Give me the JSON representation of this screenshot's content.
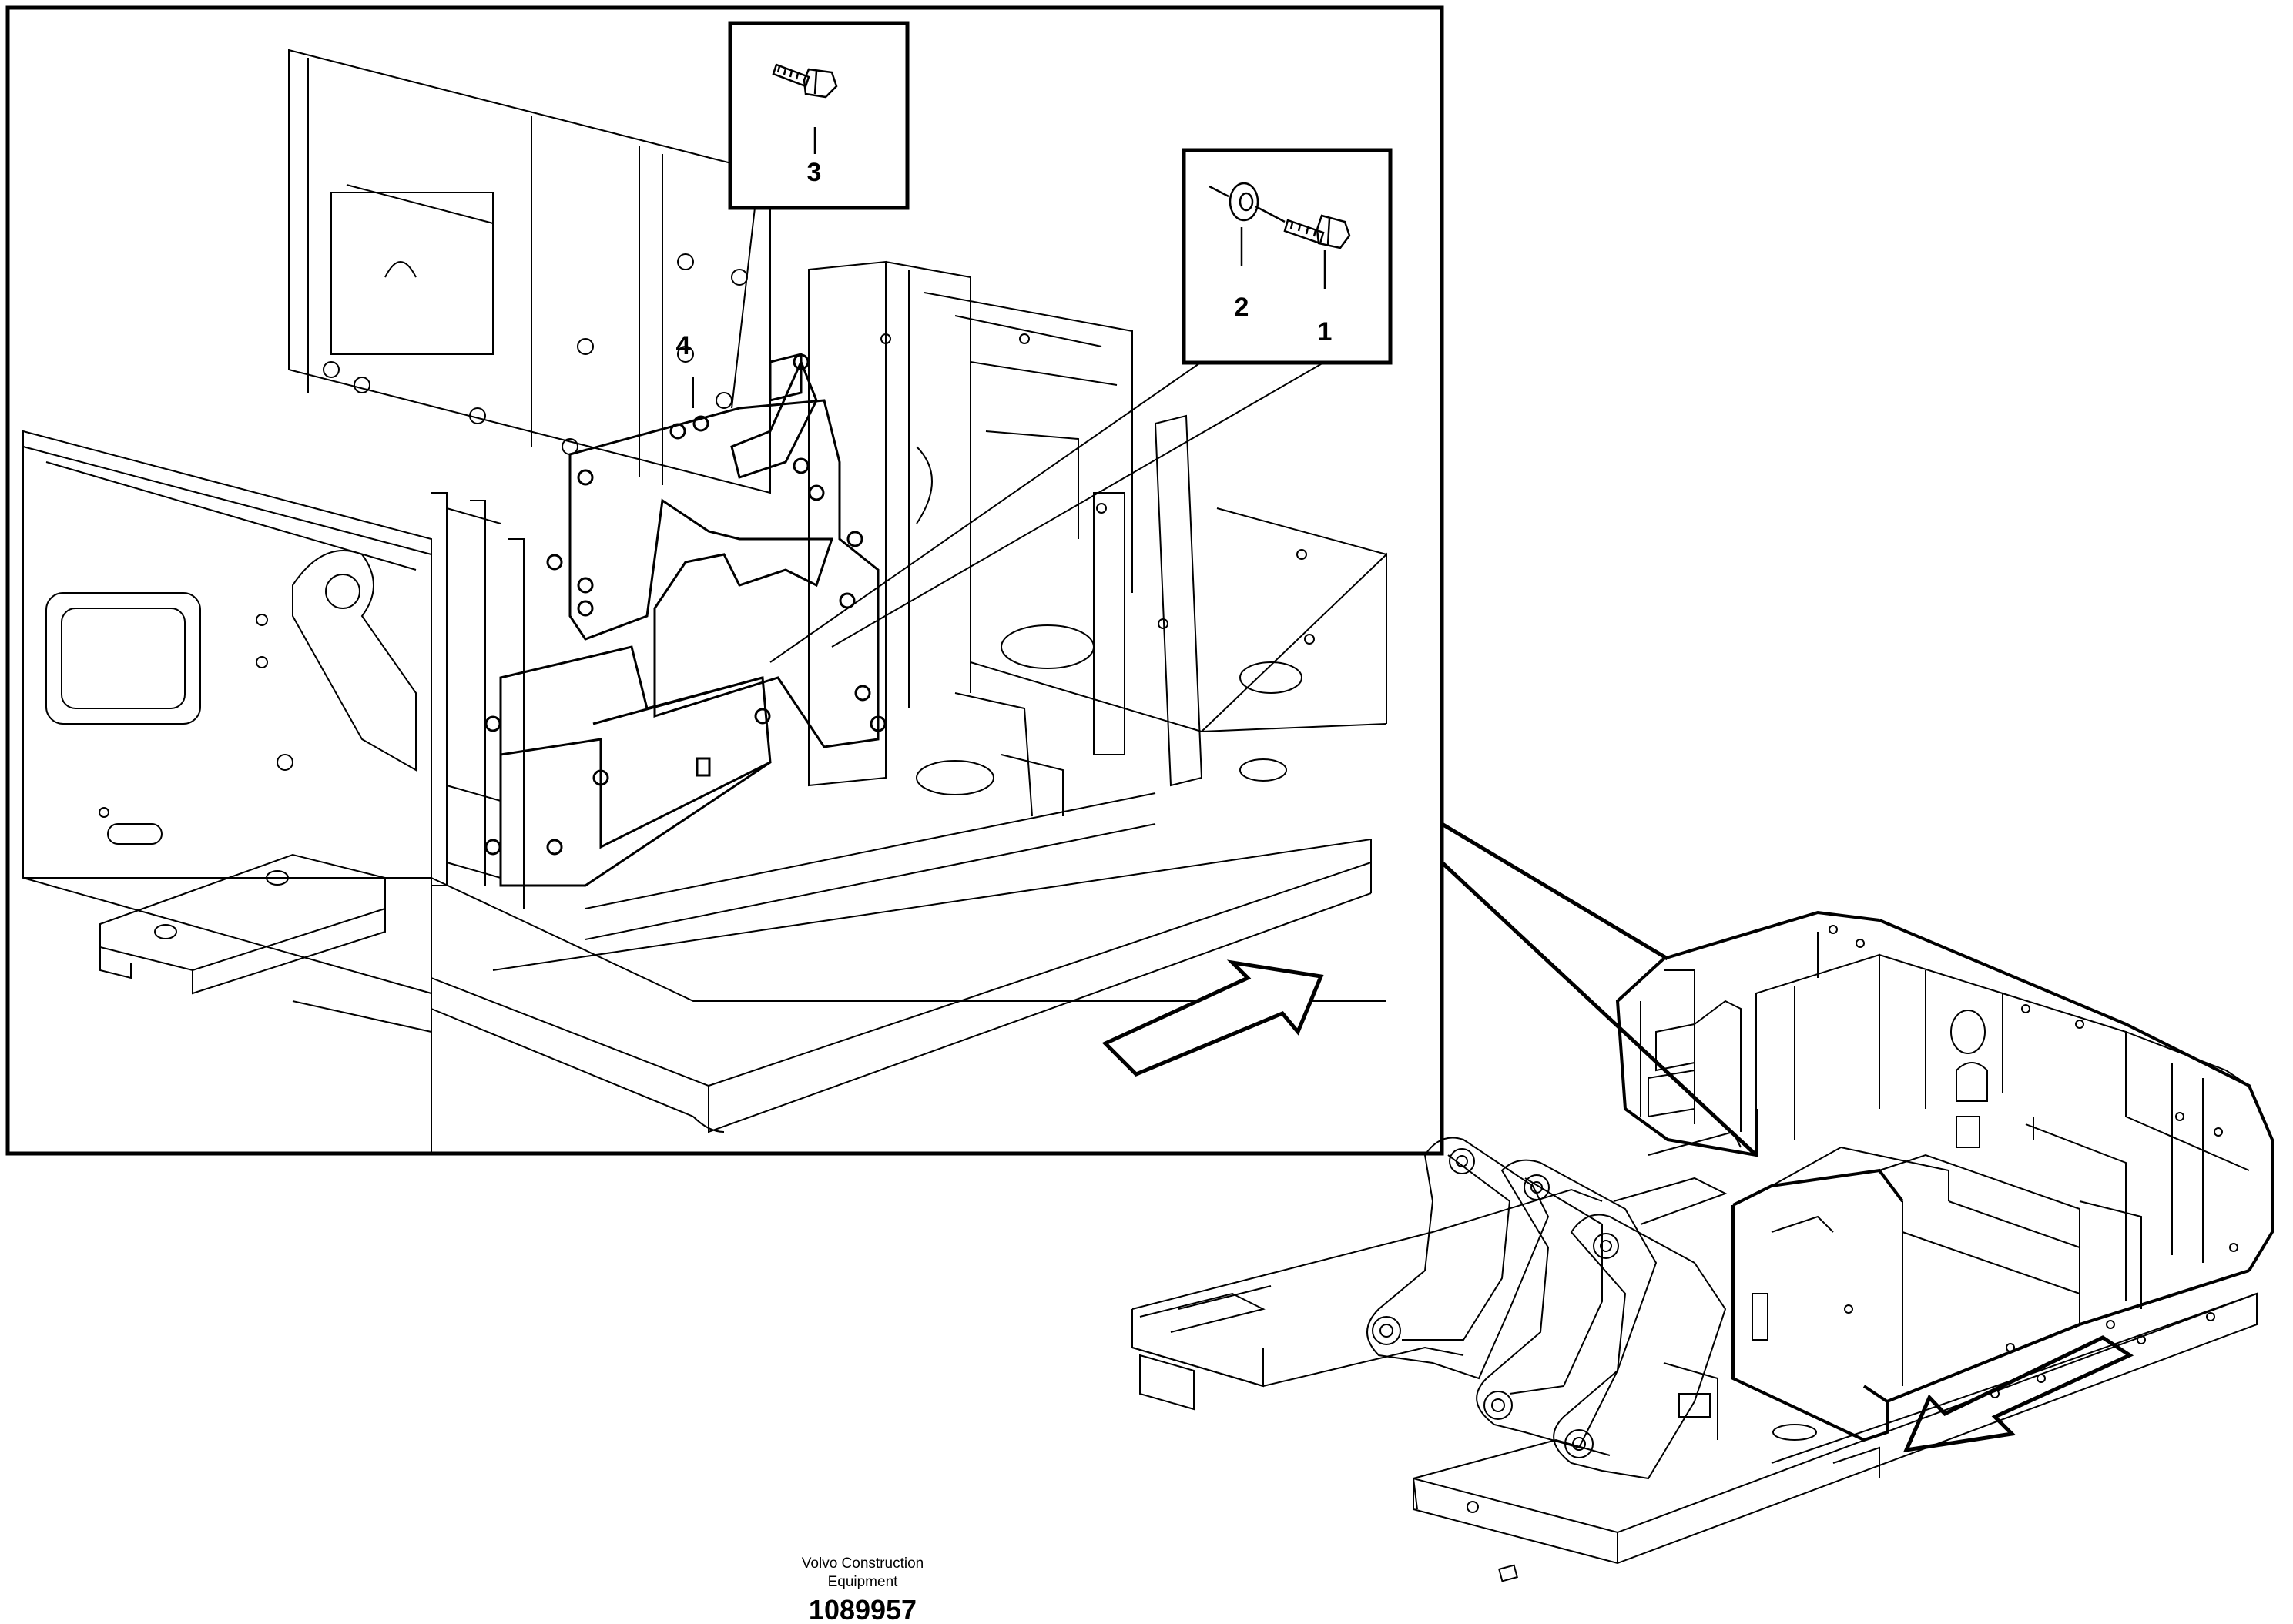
{
  "callouts": {
    "c1": "1",
    "c2": "2",
    "c3": "3",
    "c4": "4"
  },
  "footer": {
    "brand_line1": "Volvo Construction",
    "brand_line2": "Equipment",
    "drawing_number": "1089957"
  },
  "colors": {
    "line": "#000000",
    "background": "#ffffff"
  }
}
